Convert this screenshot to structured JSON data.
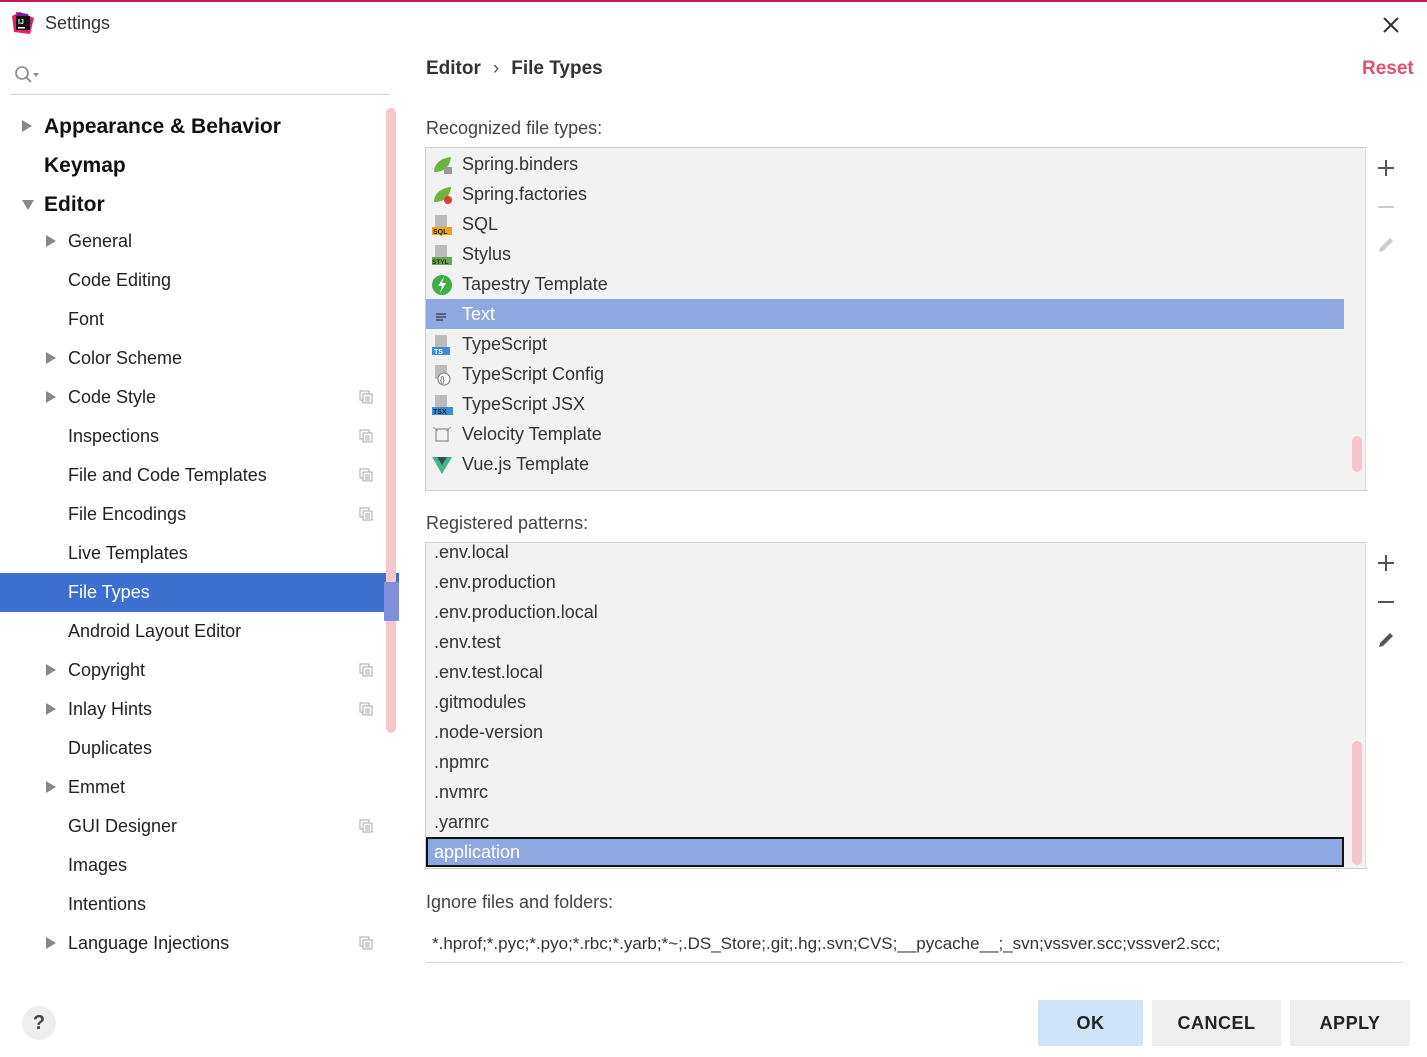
{
  "window": {
    "title": "Settings",
    "accent_color": "#c2185b"
  },
  "sidebar": {
    "search_icon": "search-icon",
    "items": [
      {
        "label": "Appearance & Behavior",
        "level": 0,
        "expander": "collapsed"
      },
      {
        "label": "Keymap",
        "level": 0,
        "expander": "none"
      },
      {
        "label": "Editor",
        "level": 0,
        "expander": "expanded"
      },
      {
        "label": "General",
        "level": 1,
        "expander": "collapsed"
      },
      {
        "label": "Code Editing",
        "level": 1,
        "expander": "none"
      },
      {
        "label": "Font",
        "level": 1,
        "expander": "none"
      },
      {
        "label": "Color Scheme",
        "level": 1,
        "expander": "collapsed"
      },
      {
        "label": "Code Style",
        "level": 1,
        "expander": "collapsed",
        "copy_icon": true
      },
      {
        "label": "Inspections",
        "level": 1,
        "expander": "none",
        "copy_icon": true
      },
      {
        "label": "File and Code Templates",
        "level": 1,
        "expander": "none",
        "copy_icon": true
      },
      {
        "label": "File Encodings",
        "level": 1,
        "expander": "none",
        "copy_icon": true
      },
      {
        "label": "Live Templates",
        "level": 1,
        "expander": "none"
      },
      {
        "label": "File Types",
        "level": 1,
        "expander": "none",
        "selected": true
      },
      {
        "label": "Android Layout Editor",
        "level": 1,
        "expander": "none"
      },
      {
        "label": "Copyright",
        "level": 1,
        "expander": "collapsed",
        "copy_icon": true
      },
      {
        "label": "Inlay Hints",
        "level": 1,
        "expander": "collapsed",
        "copy_icon": true
      },
      {
        "label": "Duplicates",
        "level": 1,
        "expander": "none"
      },
      {
        "label": "Emmet",
        "level": 1,
        "expander": "collapsed"
      },
      {
        "label": "GUI Designer",
        "level": 1,
        "expander": "none",
        "copy_icon": true
      },
      {
        "label": "Images",
        "level": 1,
        "expander": "none"
      },
      {
        "label": "Intentions",
        "level": 1,
        "expander": "none"
      },
      {
        "label": "Language Injections",
        "level": 1,
        "expander": "collapsed",
        "copy_icon": true
      }
    ],
    "selected_color": "#3d6fd1"
  },
  "breadcrumb": {
    "parent": "Editor",
    "separator": "›",
    "current": "File Types"
  },
  "reset_label": "Reset",
  "recognized": {
    "label": "Recognized file types:",
    "items": [
      {
        "name": "Spring.binders",
        "icon": "spring-binders-icon"
      },
      {
        "name": "Spring.factories",
        "icon": "spring-factories-icon"
      },
      {
        "name": "SQL",
        "icon": "sql-file-icon"
      },
      {
        "name": "Stylus",
        "icon": "stylus-file-icon"
      },
      {
        "name": "Tapestry Template",
        "icon": "tapestry-icon"
      },
      {
        "name": "Text",
        "icon": "text-file-icon",
        "selected": true
      },
      {
        "name": "TypeScript",
        "icon": "typescript-file-icon"
      },
      {
        "name": "TypeScript Config",
        "icon": "typescript-config-icon"
      },
      {
        "name": "TypeScript JSX",
        "icon": "tsx-file-icon"
      },
      {
        "name": "Velocity Template",
        "icon": "velocity-icon"
      },
      {
        "name": "Vue.js Template",
        "icon": "vue-icon"
      }
    ],
    "tools": [
      "add-icon",
      "remove-icon",
      "edit-icon"
    ]
  },
  "patterns": {
    "label": "Registered patterns:",
    "items": [
      {
        "name": ".env.local"
      },
      {
        "name": ".env.production"
      },
      {
        "name": ".env.production.local"
      },
      {
        "name": ".env.test"
      },
      {
        "name": ".env.test.local"
      },
      {
        "name": ".gitmodules"
      },
      {
        "name": ".node-version"
      },
      {
        "name": ".npmrc"
      },
      {
        "name": ".nvmrc"
      },
      {
        "name": ".yarnrc"
      },
      {
        "name": "application",
        "selected": true
      }
    ],
    "tools": [
      "add-icon",
      "remove-icon",
      "edit-icon"
    ]
  },
  "ignore": {
    "label": "Ignore files and folders:",
    "value": "*.hprof;*.pyc;*.pyo;*.rbc;*.yarb;*~;.DS_Store;.git;.hg;.svn;CVS;__pycache__;_svn;vssver.scc;vssver2.scc;"
  },
  "buttons": {
    "help": "?",
    "ok": "OK",
    "cancel": "CANCEL",
    "apply": "APPLY"
  }
}
